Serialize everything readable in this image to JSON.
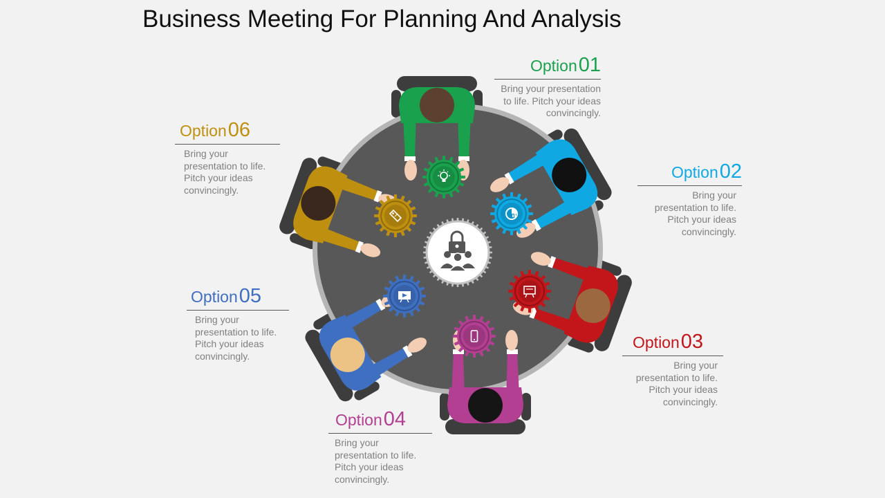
{
  "title": "Business Meeting For Planning And Analysis",
  "description": "Bring your presentation to life. Pitch your ideas convincingly.",
  "colors": {
    "background": "#f2f2f2",
    "table": "#585858",
    "table_rim": "#b5b5b5",
    "chair": "#3d3d3d",
    "skin": "#f3cdb4",
    "center_gear": "#c2c2c2"
  },
  "center": {
    "icon": "padlock-people-icon"
  },
  "options": [
    {
      "word": "Option",
      "number": "01",
      "color": "#1aa14d",
      "icon": "lightbulb-icon"
    },
    {
      "word": "Option",
      "number": "02",
      "color": "#0fa8e3",
      "icon": "pie-chart-icon"
    },
    {
      "word": "Option",
      "number": "03",
      "color": "#c2161b",
      "icon": "presentation-board-icon"
    },
    {
      "word": "Option",
      "number": "04",
      "color": "#b23f91",
      "icon": "mobile-phone-icon"
    },
    {
      "word": "Option",
      "number": "05",
      "color": "#3f6fc0",
      "icon": "video-play-icon"
    },
    {
      "word": "Option",
      "number": "06",
      "color": "#bf9010",
      "icon": "price-tag-icon"
    }
  ],
  "people": [
    {
      "shirt": "#1aa14d",
      "hair": "#5e4030"
    },
    {
      "shirt": "#0fa8e3",
      "hair": "#111111"
    },
    {
      "shirt": "#c2161b",
      "hair": "#9b6840"
    },
    {
      "shirt": "#b23f91",
      "hair": "#151515"
    },
    {
      "shirt": "#3f6fc0",
      "hair": "#ecc385"
    },
    {
      "shirt": "#bf9010",
      "hair": "#3a281f"
    }
  ]
}
